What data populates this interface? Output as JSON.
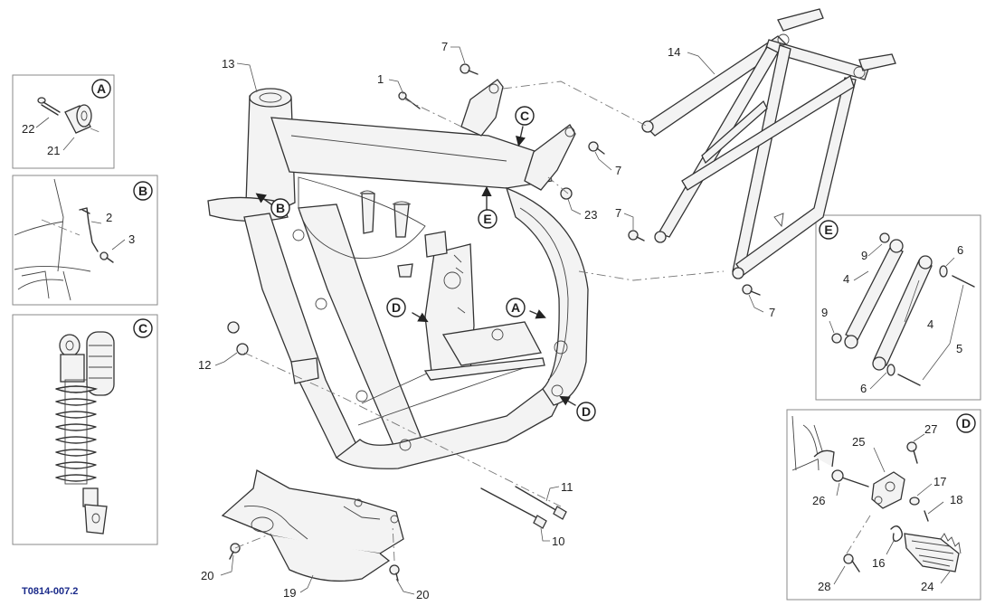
{
  "drawing_ref": "T0814-007.2",
  "detail_views": [
    {
      "key": "A",
      "label": "A"
    },
    {
      "key": "B",
      "label": "B"
    },
    {
      "key": "C",
      "label": "C"
    },
    {
      "key": "D",
      "label": "D"
    },
    {
      "key": "E",
      "label": "E"
    }
  ],
  "main_view_markers": [
    {
      "key": "A",
      "label": "A"
    },
    {
      "key": "B",
      "label": "B"
    },
    {
      "key": "C",
      "label": "C"
    },
    {
      "key": "D1",
      "label": "D"
    },
    {
      "key": "D2",
      "label": "D"
    },
    {
      "key": "E",
      "label": "E"
    }
  ],
  "callouts": {
    "c1": "1",
    "c2": "2",
    "c3": "3",
    "c4a": "4",
    "c4b": "4",
    "c5": "5",
    "c6a": "6",
    "c6b": "6",
    "c7a": "7",
    "c7b": "7",
    "c7c": "7",
    "c7d": "7",
    "c9a": "9",
    "c9b": "9",
    "c10": "10",
    "c11": "11",
    "c12": "12",
    "c13": "13",
    "c14": "14",
    "c16": "16",
    "c17": "17",
    "c18": "18",
    "c19": "19",
    "c20a": "20",
    "c20b": "20",
    "c21": "21",
    "c22": "22",
    "c23": "23",
    "c24": "24",
    "c25": "25",
    "c26": "26",
    "c27": "27",
    "c28": "28"
  }
}
